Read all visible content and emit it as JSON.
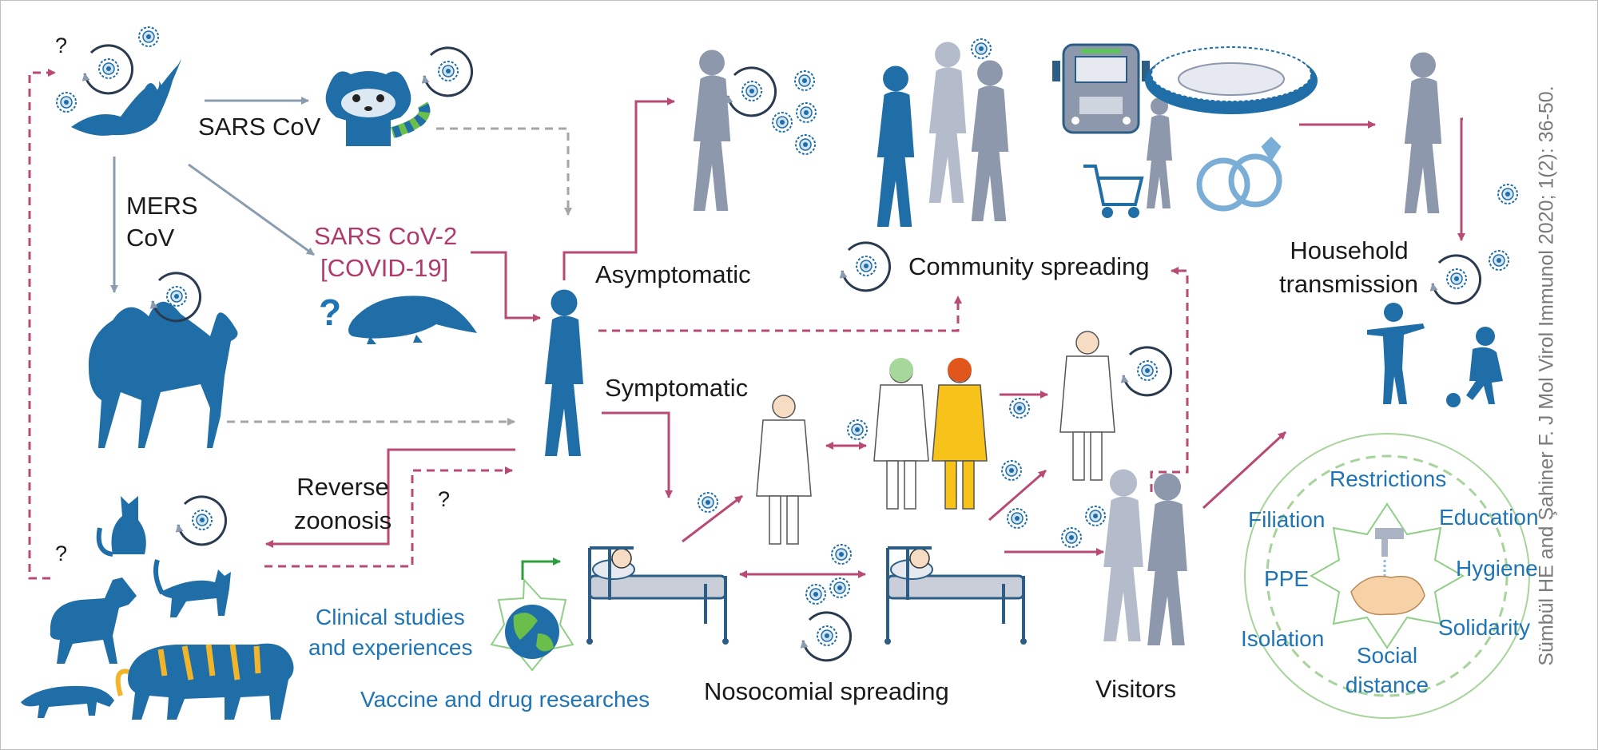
{
  "colors": {
    "silhouette_blue": "#1f6ea8",
    "silhouette_gray": "#8d98ad",
    "arrow_magenta": "#b84a73",
    "arrow_gray": "#8c9cb0",
    "arrow_dashed_gray": "#a6a6a6",
    "arrow_green": "#2e9e3e",
    "measures_circle": "#a6d49a",
    "text_blue": "#1f74b5",
    "text_magenta": "#b03a6b"
  },
  "labels": {
    "sars_cov": "SARS CoV",
    "mers_line1": "MERS",
    "mers_line2": "CoV",
    "sars_cov2_line1": "SARS CoV-2",
    "sars_cov2_line2": "[COVID-19]",
    "asymptomatic": "Asymptomatic",
    "symptomatic": "Symptomatic",
    "community_spreading": "Community spreading",
    "household_line1": "Household",
    "household_line2": "transmission",
    "reverse_line1": "Reverse",
    "reverse_line2": "zoonosis",
    "clinical_line1": "Clinical studies",
    "clinical_line2": "and experiences",
    "vaccine": "Vaccine and drug researches",
    "nosocomial": "Nosocomial spreading",
    "visitors": "Visitors",
    "question_mark": "?"
  },
  "measures": {
    "restrictions": "Restrictions",
    "filiation": "Filiation",
    "education": "Education",
    "ppe": "PPE",
    "hygiene": "Hygiene",
    "isolation": "Isolation",
    "solidarity": "Solidarity",
    "social_line1": "Social",
    "social_line2": "distance"
  },
  "citation": "Sümbül HE and Şahiner F. J Mol Virol Immunol 2020; 1(2): 36-50."
}
